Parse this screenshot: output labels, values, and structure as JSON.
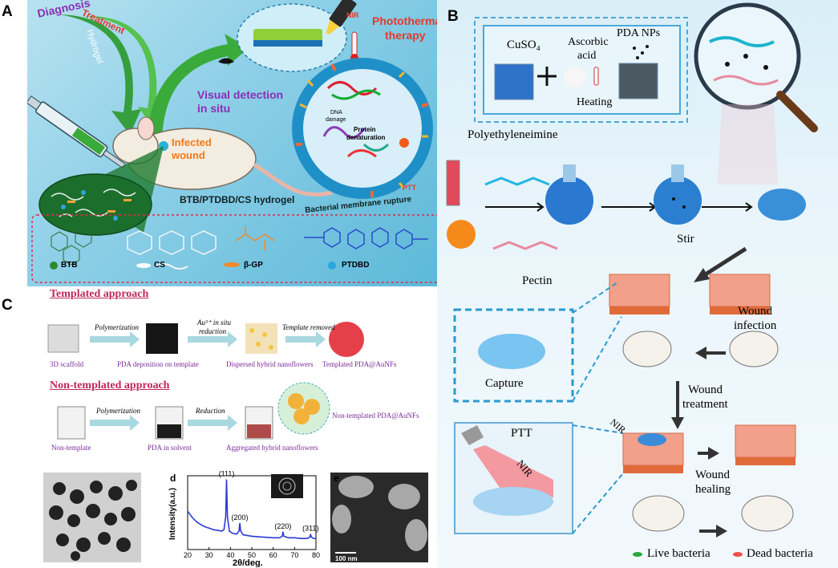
{
  "panel_a": {
    "label": "A",
    "diagnosis": "Diagnosis",
    "treatment": "Treatment",
    "hydrogel": "Hydrogel",
    "nir": "NIR",
    "photothermal": "Photothermal",
    "therapy": "therapy",
    "visual1": "Visual detection",
    "visual2": "in situ",
    "infected1": "Infected",
    "infected2": "wound",
    "dna1": "DNA",
    "dna2": "damage",
    "protein1": "Protein",
    "protein2": "denaturation",
    "ptt": "PTT",
    "rupture": "Bacterial membrane rupture",
    "hydrogel_name": "BTB/PTDBD/CS  hydrogel",
    "legend_btb": "BTB",
    "legend_cs": "CS",
    "legend_bgp": "β-GP",
    "legend_ptdbd": "PTDBD"
  },
  "panel_b": {
    "label": "B",
    "cuso4": "CuSO₄",
    "ascorbic1": "Ascorbic",
    "ascorbic2": "acid",
    "pda_nps": "PDA NPs",
    "heating": "Heating",
    "pei": "Polyethyleneimine",
    "stir": "Stir",
    "pectin": "Pectin",
    "wound_inf1": "Wound",
    "wound_inf2": "infection",
    "capture": "Capture",
    "wound_treat1": "Wound",
    "wound_treat2": "treatment",
    "ptt": "PTT",
    "nir_big": "NIR",
    "nir_small": "NIR",
    "wound_heal1": "Wound",
    "wound_heal2": "healing",
    "live": "Live bacteria",
    "dead": "Dead bacteria"
  },
  "panel_c": {
    "label": "C",
    "templated_title": "Templated approach",
    "polymerization1": "Polymerization",
    "au_reduction1": "Au³⁺ in situ",
    "au_reduction2": "reduction",
    "template_removed": "Template removed",
    "scaffold": "3D scaffold",
    "pda_dep": "PDA deposition on template",
    "dispersed": "Dispersed  hybrid nanoflowers",
    "templated_pda": "Templated PDA@AuNFs",
    "nontemplated_title": "Non-templated approach",
    "polymerization2": "Polymerization",
    "reduction": "Reduction",
    "nontemplated_pda": "Non-templated PDA@AuNFs",
    "non_template": "Non-template",
    "pda_solvent": "PDA in solvent",
    "aggregated": "Aggregated  hybrid nanoflowers",
    "scale_e": "100 nm",
    "label_d": "d",
    "label_e": "e"
  },
  "chart_data": {
    "type": "line",
    "title": "",
    "xlabel": "2θ/deg.",
    "ylabel": "Intensity(a.u.)",
    "xlim": [
      20,
      80
    ],
    "x_ticks": [
      20,
      30,
      40,
      50,
      60,
      70,
      80
    ],
    "peaks": [
      {
        "label": "(111)",
        "x": 38.2
      },
      {
        "label": "(200)",
        "x": 44.4
      },
      {
        "label": "(220)",
        "x": 64.6
      },
      {
        "label": "(311)",
        "x": 77.5
      }
    ],
    "series": [
      {
        "x": [
          20,
          22,
          24,
          26,
          28,
          30,
          32,
          34,
          36,
          37,
          37.8,
          38.2,
          38.6,
          39.5,
          41,
          43,
          44,
          44.4,
          44.8,
          46,
          50,
          55,
          60,
          63,
          64.2,
          64.6,
          65,
          67,
          70,
          73,
          76,
          77.2,
          77.5,
          77.8,
          79,
          80
        ],
        "values": [
          0.52,
          0.44,
          0.38,
          0.34,
          0.31,
          0.29,
          0.27,
          0.26,
          0.25,
          0.27,
          0.45,
          0.95,
          0.45,
          0.25,
          0.22,
          0.21,
          0.25,
          0.36,
          0.25,
          0.2,
          0.18,
          0.17,
          0.16,
          0.16,
          0.18,
          0.24,
          0.18,
          0.16,
          0.16,
          0.15,
          0.15,
          0.17,
          0.21,
          0.17,
          0.15,
          0.15
        ]
      }
    ]
  },
  "colors": {
    "accent_purple": "#8a2fb5",
    "accent_red": "#e03b2a",
    "xrd_line": "#2b3bd6"
  }
}
